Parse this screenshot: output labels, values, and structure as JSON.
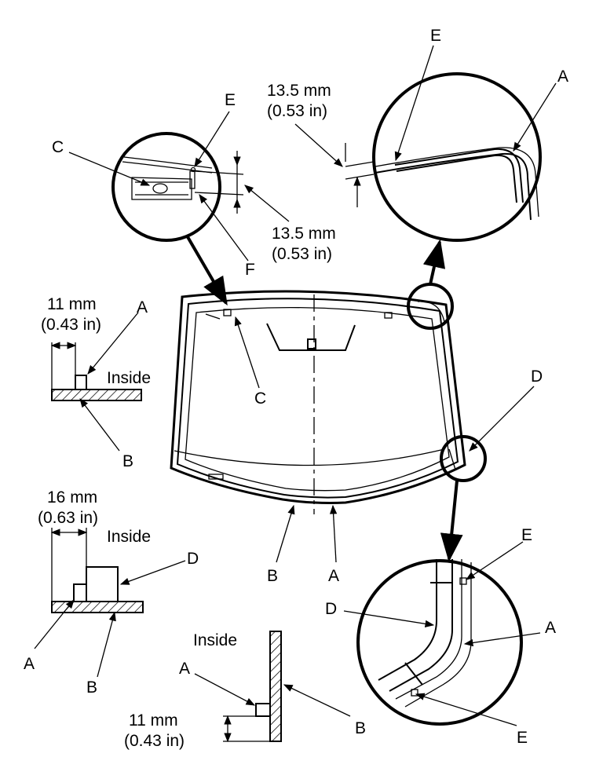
{
  "labels": {
    "a": "A",
    "b": "B",
    "c": "C",
    "d": "D",
    "e": "E",
    "f": "F",
    "inside": "Inside"
  },
  "dimensions": {
    "d13_5_mm": "13.5 mm",
    "d13_5_in": "(0.53 in)",
    "d11_mm": "11 mm",
    "d11_in": "(0.43 in)",
    "d16_mm": "16 mm",
    "d16_in": "(0.63 in)"
  }
}
